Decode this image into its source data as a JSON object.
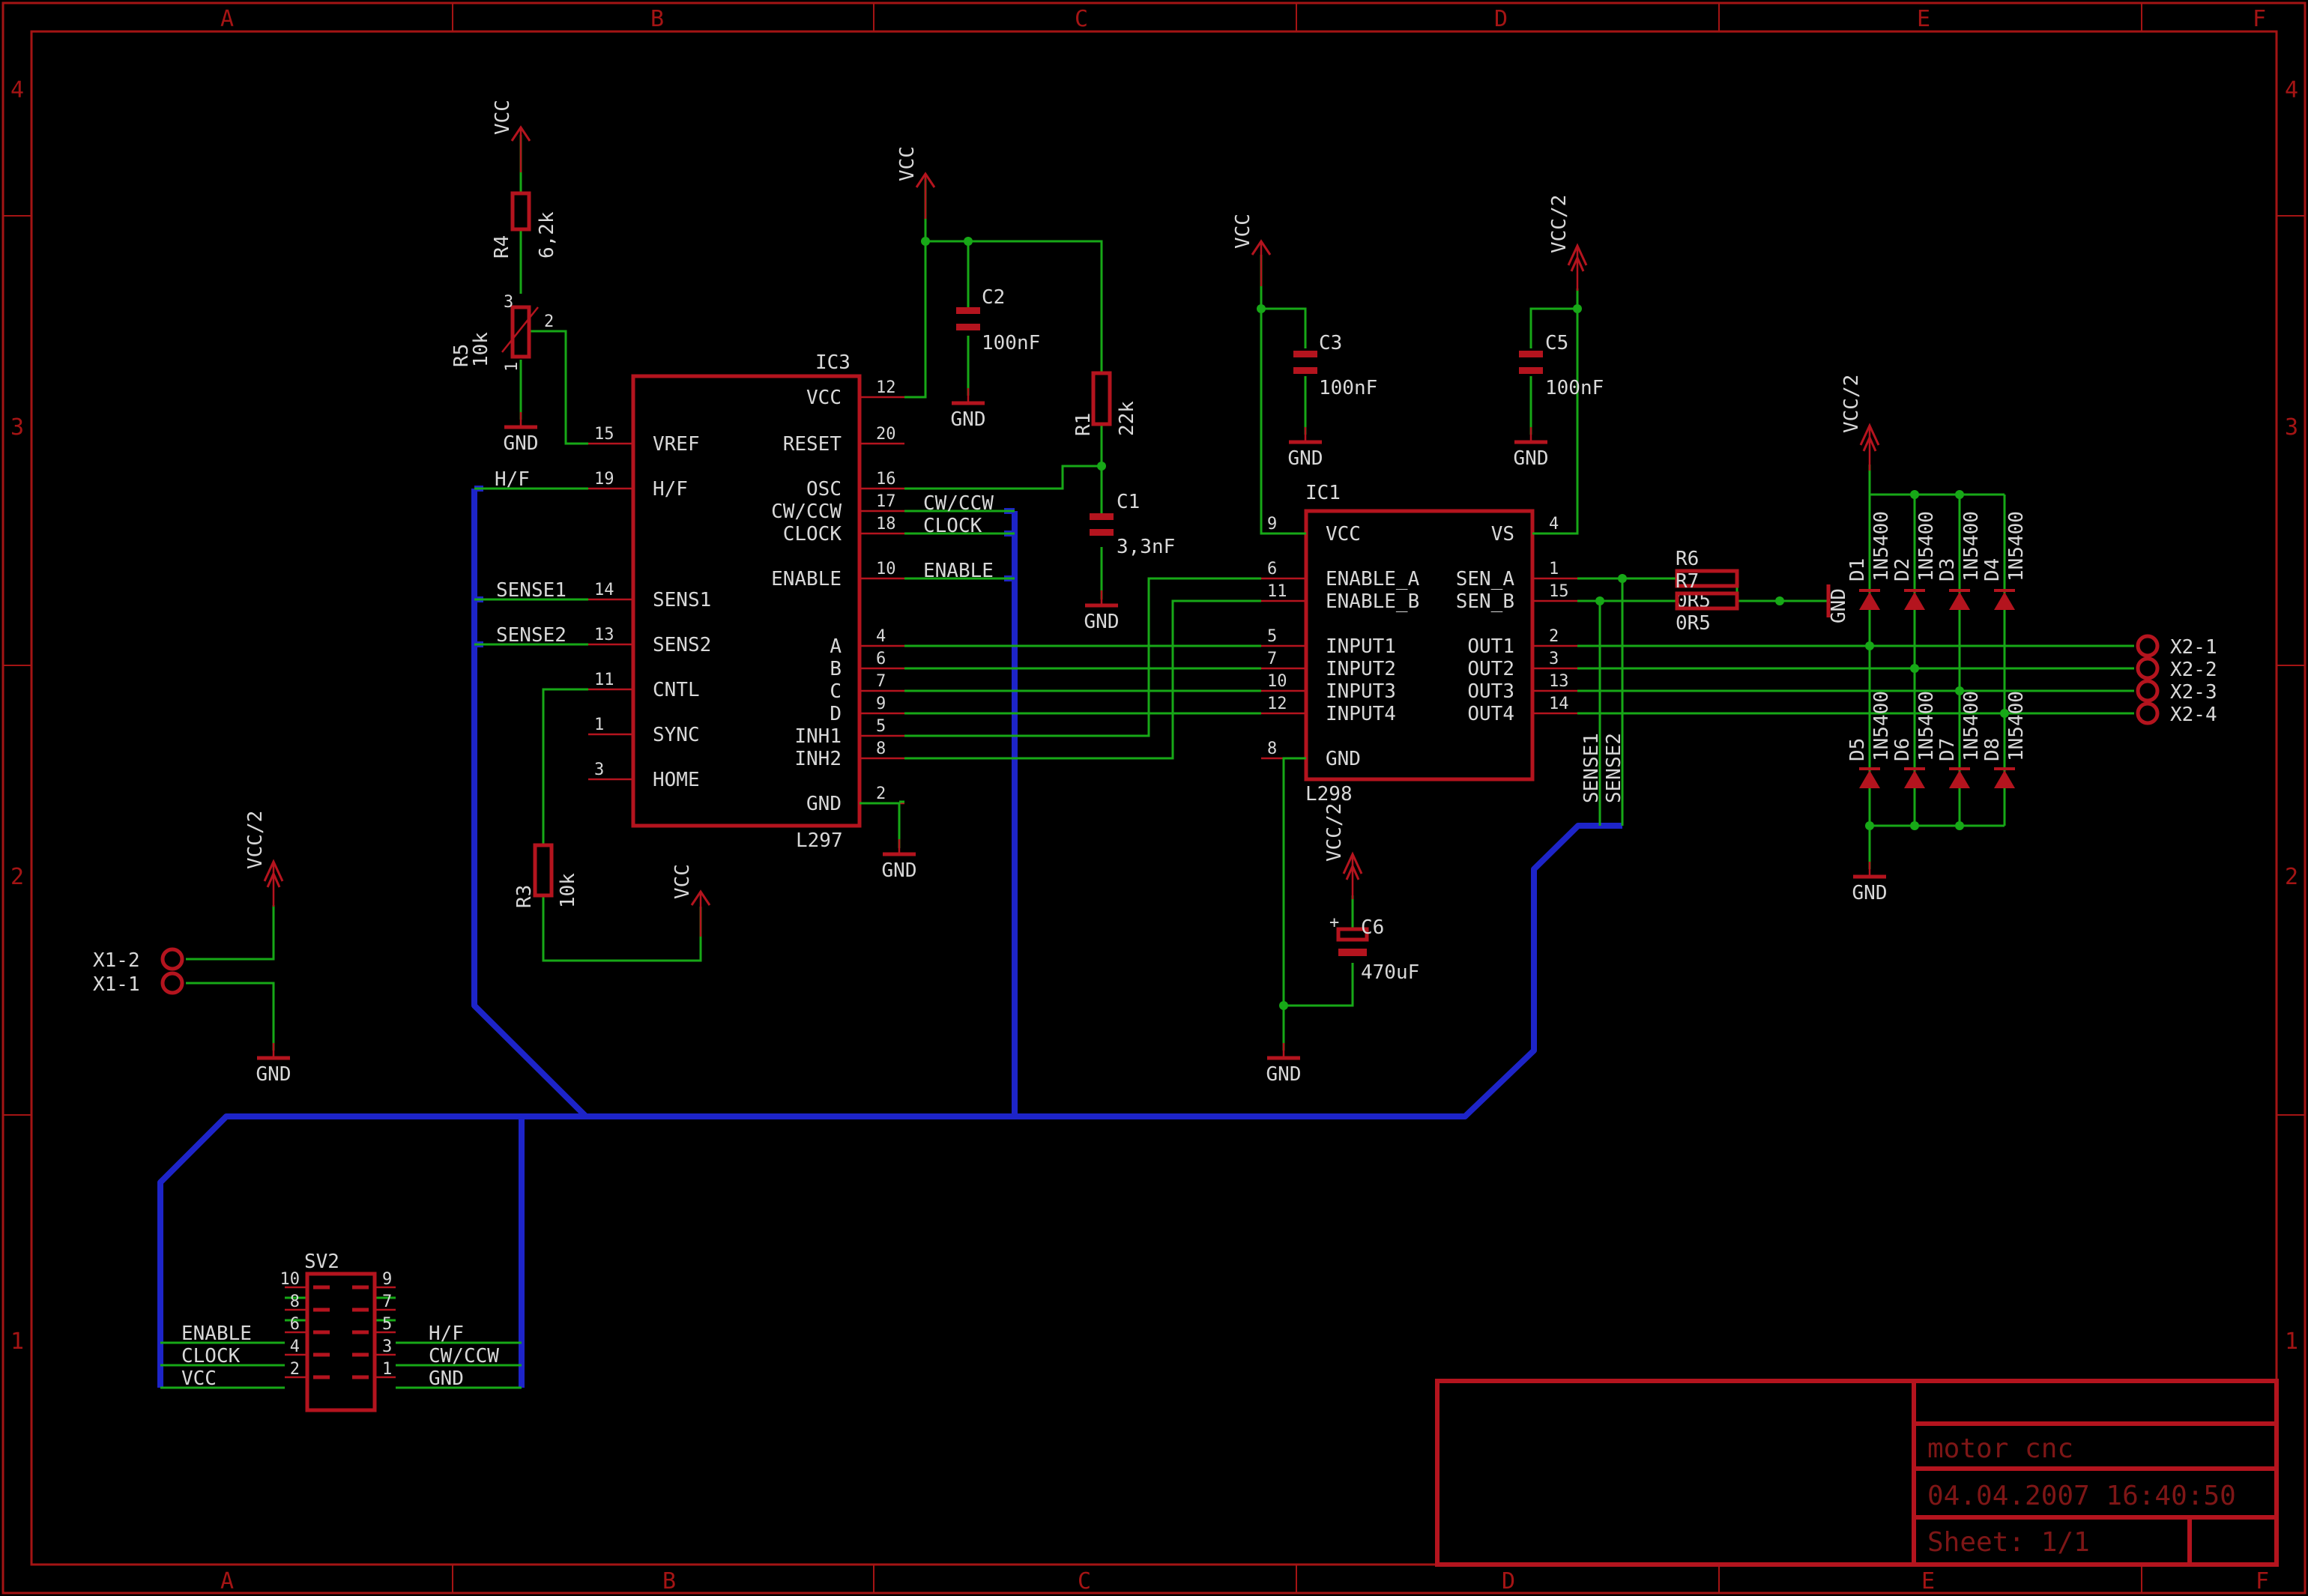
{
  "frame": {
    "cols": [
      "A",
      "B",
      "C",
      "D",
      "E",
      "F"
    ],
    "rows": [
      "4",
      "3",
      "2",
      "1"
    ]
  },
  "title_block": {
    "title": "motor cnc",
    "datetime": "04.04.2007 16:40:50",
    "sheet": "Sheet: 1/1"
  },
  "ic3": {
    "name": "IC3",
    "part": "L297",
    "left_pins": [
      {
        "num": "15",
        "name": "VREF"
      },
      {
        "num": "19",
        "name": "H/F"
      },
      {
        "num": "14",
        "name": "SENS1"
      },
      {
        "num": "13",
        "name": "SENS2"
      },
      {
        "num": "11",
        "name": "CNTL"
      },
      {
        "num": "1",
        "name": "SYNC"
      },
      {
        "num": "3",
        "name": "HOME"
      }
    ],
    "right_pins": [
      {
        "num": "12",
        "name": "VCC"
      },
      {
        "num": "20",
        "name": "RESET"
      },
      {
        "num": "16",
        "name": "OSC"
      },
      {
        "num": "17",
        "name": "CW/CCW"
      },
      {
        "num": "18",
        "name": "CLOCK"
      },
      {
        "num": "10",
        "name": "ENABLE"
      },
      {
        "num": "4",
        "name": "A"
      },
      {
        "num": "6",
        "name": "B"
      },
      {
        "num": "7",
        "name": "C"
      },
      {
        "num": "9",
        "name": "D"
      },
      {
        "num": "5",
        "name": "INH1"
      },
      {
        "num": "8",
        "name": "INH2"
      },
      {
        "num": "2",
        "name": "GND"
      }
    ]
  },
  "ic1": {
    "name": "IC1",
    "part": "L298",
    "left_pins": [
      {
        "num": "9",
        "name": "VCC"
      },
      {
        "num": "6",
        "name": "ENABLE_A"
      },
      {
        "num": "11",
        "name": "ENABLE_B"
      },
      {
        "num": "5",
        "name": "INPUT1"
      },
      {
        "num": "7",
        "name": "INPUT2"
      },
      {
        "num": "10",
        "name": "INPUT3"
      },
      {
        "num": "12",
        "name": "INPUT4"
      },
      {
        "num": "8",
        "name": "GND"
      }
    ],
    "right_pins": [
      {
        "num": "4",
        "name": "VS"
      },
      {
        "num": "1",
        "name": "SEN_A"
      },
      {
        "num": "15",
        "name": "SEN_B"
      },
      {
        "num": "2",
        "name": "OUT1"
      },
      {
        "num": "3",
        "name": "OUT2"
      },
      {
        "num": "13",
        "name": "OUT3"
      },
      {
        "num": "14",
        "name": "OUT4"
      }
    ]
  },
  "components": {
    "r4": {
      "name": "R4",
      "value": "6,2k"
    },
    "r5": {
      "name": "R5",
      "value": "10k",
      "p1": "1",
      "p2": "2",
      "p3": "3"
    },
    "r1": {
      "name": "R1",
      "value": "22k"
    },
    "r3": {
      "name": "R3",
      "value": "10k"
    },
    "r6": {
      "name": "R6",
      "value": "0R5"
    },
    "r7": {
      "name": "R7",
      "value": "0R5"
    },
    "c1": {
      "name": "C1",
      "value": "3,3nF"
    },
    "c2": {
      "name": "C2",
      "value": "100nF"
    },
    "c3": {
      "name": "C3",
      "value": "100nF"
    },
    "c5": {
      "name": "C5",
      "value": "100nF"
    },
    "c6": {
      "name": "C6",
      "value": "470uF"
    },
    "diodes": [
      {
        "name": "D1",
        "value": "1N5400"
      },
      {
        "name": "D2",
        "value": "1N5400"
      },
      {
        "name": "D3",
        "value": "1N5400"
      },
      {
        "name": "D4",
        "value": "1N5400"
      },
      {
        "name": "D5",
        "value": "1N5400"
      },
      {
        "name": "D6",
        "value": "1N5400"
      },
      {
        "name": "D7",
        "value": "1N5400"
      },
      {
        "name": "D8",
        "value": "1N5400"
      }
    ]
  },
  "supplies": {
    "vcc": "VCC",
    "vcc2": "VCC/2",
    "gnd": "GND"
  },
  "nets": {
    "hf": "H/F",
    "sense1": "SENSE1",
    "sense2": "SENSE2",
    "cwccw": "CW/CCW",
    "clock": "CLOCK",
    "enable": "ENABLE",
    "vcc": "VCC",
    "gnd": "GND"
  },
  "connectors": {
    "x1": [
      "X1-2",
      "X1-1"
    ],
    "x2": [
      "X2-1",
      "X2-2",
      "X2-3",
      "X2-4"
    ],
    "sv2": {
      "name": "SV2",
      "pins_left": [
        "10",
        "8",
        "6",
        "4",
        "2"
      ],
      "pins_right": [
        "9",
        "7",
        "5",
        "3",
        "1"
      ],
      "left_nets": [
        "ENABLE",
        "CLOCK",
        "VCC"
      ],
      "right_nets": [
        "H/F",
        "CW/CCW",
        "GND"
      ]
    }
  },
  "colors": {
    "frame": "#a41414",
    "body": "#b4141e",
    "wire": "#17a817",
    "bus": "#1d24c8",
    "text": "#d8d8d8"
  }
}
